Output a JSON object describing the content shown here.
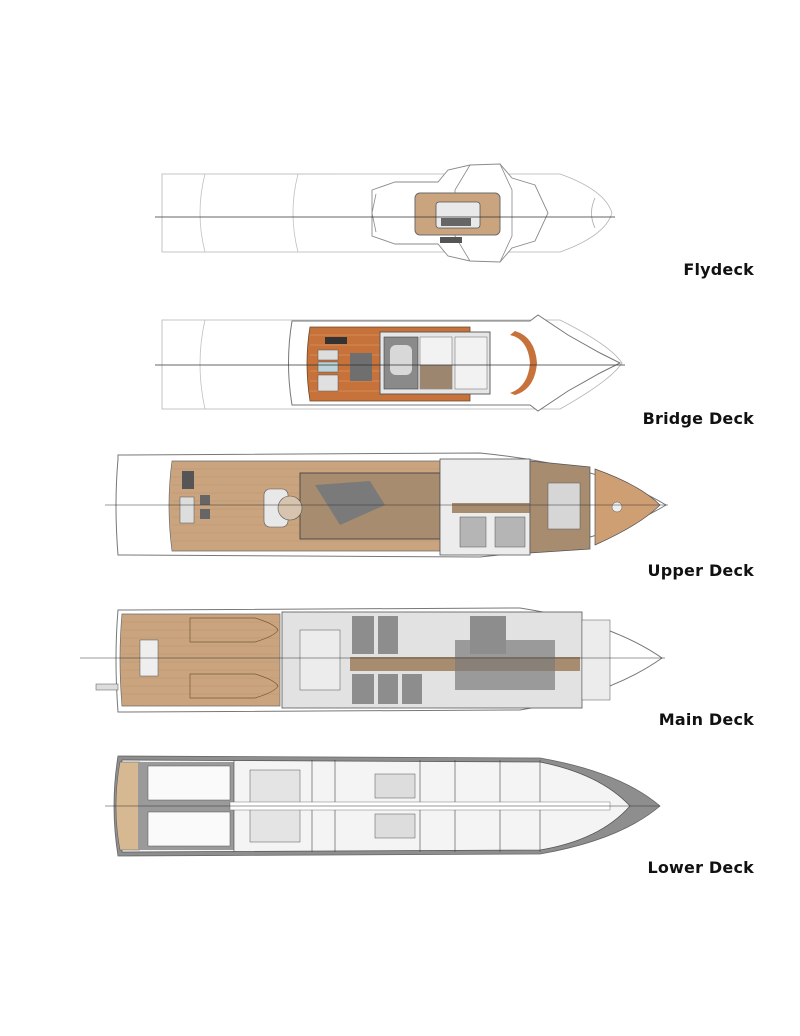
{
  "decks": [
    {
      "id": "flydeck",
      "label": "Flydeck"
    },
    {
      "id": "bridge",
      "label": "Bridge Deck"
    },
    {
      "id": "upper",
      "label": "Upper Deck"
    },
    {
      "id": "main",
      "label": "Main Deck"
    },
    {
      "id": "lower",
      "label": "Lower Deck"
    }
  ],
  "colors": {
    "background": "#ffffff",
    "hull_line": "#9a9a9a",
    "centerline": "#333333",
    "teak_light": "#c9a47e",
    "teak_dark": "#c6723a",
    "interior_floor": "#a88c70",
    "interior_grey": "#8c8c8c",
    "hull_shade": "#8e8e8e",
    "label_text": "#111111"
  }
}
